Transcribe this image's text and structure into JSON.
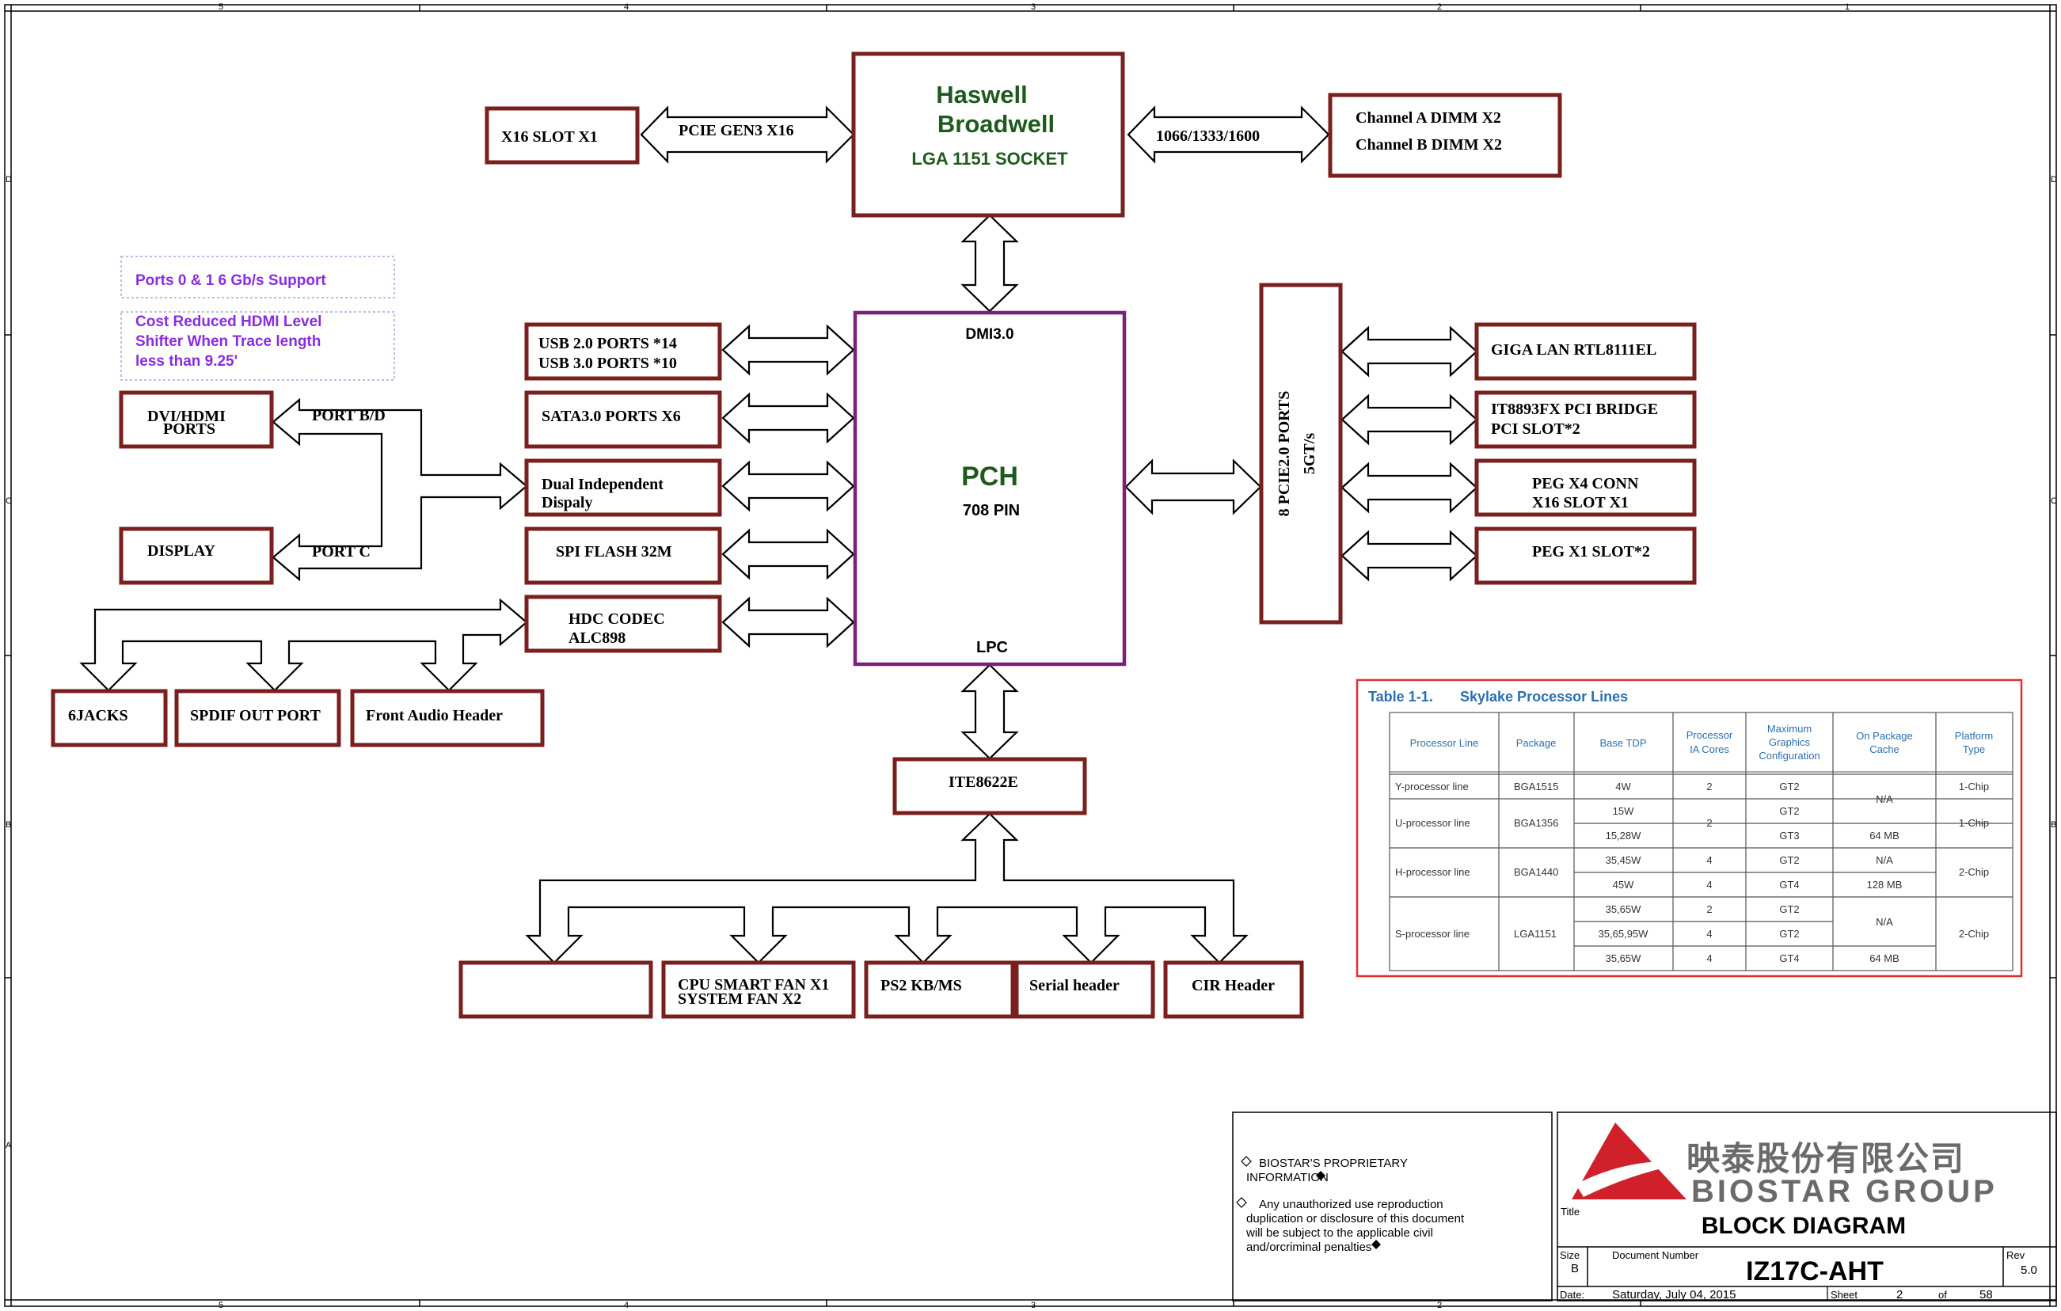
{
  "frame": {
    "col_labels": [
      "5",
      "4",
      "3",
      "2",
      "1"
    ],
    "row_labels": [
      "D",
      "C",
      "B",
      "A"
    ]
  },
  "cpu": {
    "line1": "Haswell",
    "line2": "Broadwell",
    "line3": "LGA 1151 SOCKET"
  },
  "x16_slot": "X16 SLOT X1",
  "pcie_gen3": "PCIE GEN3 X16",
  "mem_speed": "1066/1333/1600",
  "dimm": {
    "line1": "Channel A DIMM X2",
    "line2": "Channel B DIMM X2"
  },
  "notes": {
    "note1": "Ports 0 & 1 6 Gb/s Support",
    "note2_l1": "Cost Reduced HDMI Level",
    "note2_l2": "Shifter When Trace length",
    "note2_l3": "less than 9.25'"
  },
  "pch": {
    "title": "PCH",
    "pins": "708 PIN",
    "dmi": "DMI3.0",
    "lpc": "LPC"
  },
  "left_boxes": {
    "usb_l1": "USB 2.0 PORTS *14",
    "usb_l2": "USB 3.0 PORTS *10",
    "sata": "SATA3.0 PORTS X6",
    "dual_l1": "Dual Independent",
    "dual_l2": "Dispaly",
    "spi": "SPI FLASH 32M",
    "hdc_l1": "HDC CODEC",
    "hdc_l2": "ALC898"
  },
  "display": {
    "dvi_l1": "DVI/HDMI",
    "dvi_l2": "PORTS",
    "display": "DISPLAY",
    "port_bd": "PORT B/D",
    "port_c": "PORT C"
  },
  "audio": {
    "jacks": "6JACKS",
    "spdif": "SPDIF OUT PORT",
    "front": "Front Audio Header"
  },
  "pcie_bus": {
    "line1": "8 PCIE2.0 PORTS",
    "line2": "5GT/s"
  },
  "right_boxes": {
    "lan": "GIGA LAN RTL8111EL",
    "bridge_l1": "IT8893FX PCI BRIDGE",
    "bridge_l2": "PCI SLOT*2",
    "peg4_l1": "PEG X4 CONN",
    "peg4_l2": "X16 SLOT X1",
    "peg1": "PEG X1 SLOT*2"
  },
  "sio": "ITE8622E",
  "bottom_boxes": {
    "fan_l1": "CPU SMART FAN X1",
    "fan_l2": "SYSTEM FAN X2",
    "ps2": "PS2 KB/MS",
    "serial": "Serial header",
    "cir": "CIR Header"
  },
  "table": {
    "caption_num": "Table 1-1.",
    "caption": "Skylake Processor Lines",
    "headers": [
      "Processor Line",
      "Package",
      "Base TDP",
      "Processor IA Cores",
      "Maximum Graphics Configuration",
      "On Package Cache",
      "Platform Type"
    ],
    "rows": {
      "y_line": "Y-processor line",
      "y_pkg": "BGA1515",
      "y_tdp": "4W",
      "y_cores": "2",
      "y_gfx": "GT2",
      "u_line": "U-processor line",
      "u_pkg": "BGA1356",
      "u_tdp1": "15W",
      "u_tdp2": "15,28W",
      "u_cores": "2",
      "u_gfx1": "GT2",
      "u_gfx2": "GT3",
      "u_cache2": "64 MB",
      "yu_cache": "N/A",
      "y_type": "1-Chip",
      "u_type": "1-Chip",
      "h_line": "H-processor line",
      "h_pkg": "BGA1440",
      "h_tdp1": "35,45W",
      "h_tdp2": "45W",
      "h_cores1": "4",
      "h_cores2": "4",
      "h_gfx1": "GT2",
      "h_gfx2": "GT4",
      "h_cache1": "N/A",
      "h_cache2": "128 MB",
      "h_type": "2-Chip",
      "s_line": "S-processor line",
      "s_pkg": "LGA1151",
      "s_tdp1": "35,65W",
      "s_tdp2": "35,65,95W",
      "s_tdp3": "35,65W",
      "s_cores1": "2",
      "s_cores2": "4",
      "s_cores3": "4",
      "s_gfx1": "GT2",
      "s_gfx2": "GT2",
      "s_gfx3": "GT4",
      "s_cache1": "N/A",
      "s_cache2": "64 MB",
      "s_type": "2-Chip"
    }
  },
  "legal": {
    "l1": "BIOSTAR'S PROPRIETARY",
    "l2": "INFORMATION",
    "l3": "Any  unauthorized use   reproduction",
    "l4": "duplication  or disclosure of this document",
    "l5": "will be subject to the applicable civil",
    "l6": "and/orcriminal penalties"
  },
  "titleblock": {
    "logo_cn": "映泰股份有限公司",
    "logo_en": "BIOSTAR GROUP",
    "title_label": "Title",
    "title": "BLOCK DIAGRAM",
    "size_label": "Size",
    "size": "B",
    "docnum_label": "Document Number",
    "docnum": "IZ17C-AHT",
    "rev_label": "Rev",
    "rev": "5.0",
    "date_label": "Date:",
    "date": "Saturday, July 04, 2015",
    "sheet_label": "Sheet",
    "sheet": "2",
    "of_label": "of",
    "total": "58"
  },
  "colors": {
    "box": "#7a1e1e",
    "pch": "#7a1f7a",
    "cpu_text": "#1e5a1e",
    "note": "#8a2be2",
    "table_border": "#e03030",
    "logo": "#d0202a"
  }
}
